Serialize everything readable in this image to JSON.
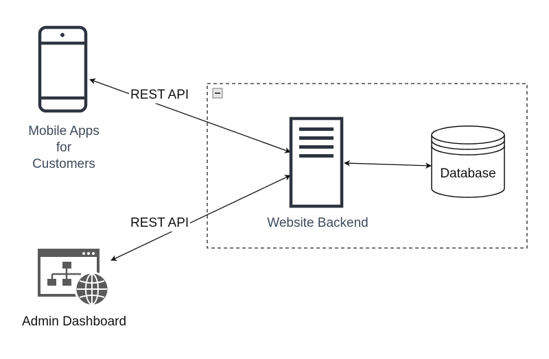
{
  "diagram": {
    "nodes": {
      "mobile": {
        "label_lines": [
          "Mobile Apps",
          "for",
          "Customers"
        ],
        "icon": "mobile-phone-icon"
      },
      "admin": {
        "label": "Admin Dashboard",
        "icon": "web-sitemap-globe-icon"
      },
      "backend": {
        "label": "Website Backend",
        "icon": "server-icon"
      },
      "database": {
        "label": "Database",
        "icon": "database-cylinder-icon"
      }
    },
    "group": {
      "collapse_icon": "minus-square-icon",
      "border_style": "dashed"
    },
    "edges": {
      "mobile_backend": {
        "label": "REST API",
        "direction": "bidirectional"
      },
      "admin_backend": {
        "label": "REST API",
        "direction": "bidirectional"
      },
      "backend_database": {
        "label": "",
        "direction": "bidirectional"
      }
    },
    "colors": {
      "icon_stroke": "#2e3440",
      "node_text": "#3e4a5a",
      "edge": "#111111"
    }
  }
}
